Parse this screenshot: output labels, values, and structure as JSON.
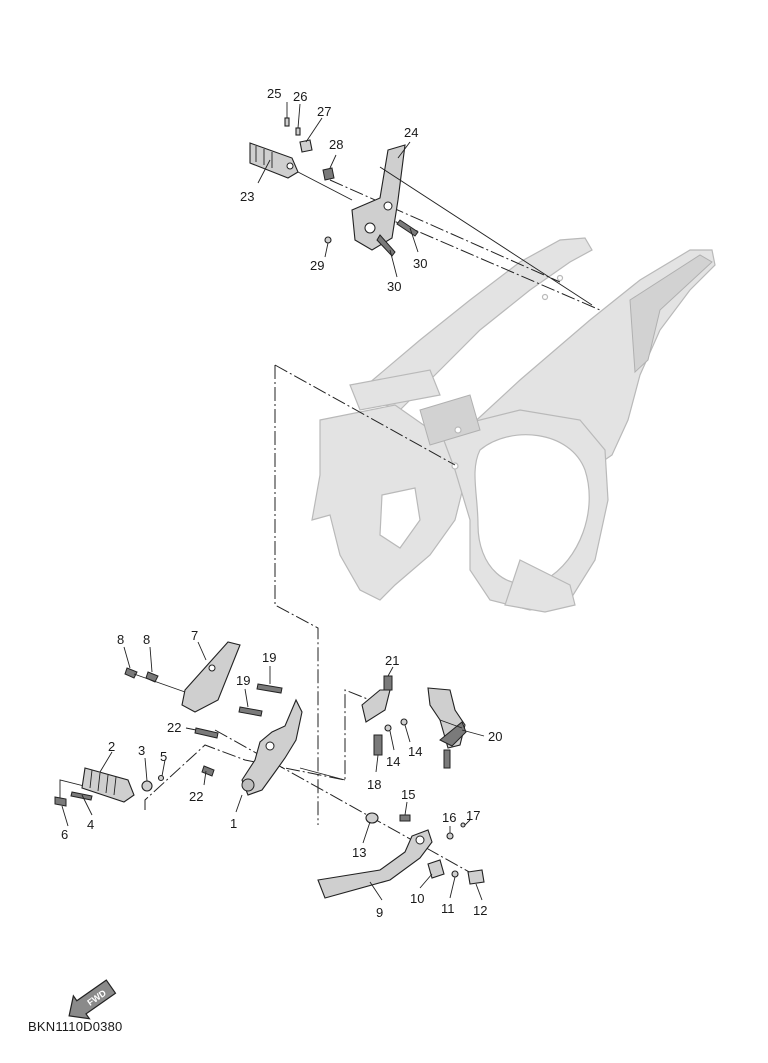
{
  "diagram": {
    "code": "BKN1110D0380",
    "fwd_label": "FWD",
    "callouts": [
      {
        "id": "c1",
        "text": "1"
      },
      {
        "id": "c2",
        "text": "2"
      },
      {
        "id": "c3",
        "text": "3"
      },
      {
        "id": "c4",
        "text": "4"
      },
      {
        "id": "c5",
        "text": "5"
      },
      {
        "id": "c6",
        "text": "6"
      },
      {
        "id": "c7",
        "text": "7"
      },
      {
        "id": "c8a",
        "text": "8"
      },
      {
        "id": "c8b",
        "text": "8"
      },
      {
        "id": "c9",
        "text": "9"
      },
      {
        "id": "c10",
        "text": "10"
      },
      {
        "id": "c11",
        "text": "11"
      },
      {
        "id": "c12",
        "text": "12"
      },
      {
        "id": "c13",
        "text": "13"
      },
      {
        "id": "c14a",
        "text": "14"
      },
      {
        "id": "c14b",
        "text": "14"
      },
      {
        "id": "c15",
        "text": "15"
      },
      {
        "id": "c16",
        "text": "16"
      },
      {
        "id": "c17",
        "text": "17"
      },
      {
        "id": "c18",
        "text": "18"
      },
      {
        "id": "c19a",
        "text": "19"
      },
      {
        "id": "c19b",
        "text": "19"
      },
      {
        "id": "c20",
        "text": "20"
      },
      {
        "id": "c21",
        "text": "21"
      },
      {
        "id": "c22a",
        "text": "22"
      },
      {
        "id": "c22b",
        "text": "22"
      },
      {
        "id": "c23",
        "text": "23"
      },
      {
        "id": "c24",
        "text": "24"
      },
      {
        "id": "c25",
        "text": "25"
      },
      {
        "id": "c26",
        "text": "26"
      },
      {
        "id": "c27",
        "text": "27"
      },
      {
        "id": "c28",
        "text": "28"
      },
      {
        "id": "c29",
        "text": "29"
      },
      {
        "id": "c30a",
        "text": "30"
      },
      {
        "id": "c30b",
        "text": "30"
      }
    ]
  }
}
